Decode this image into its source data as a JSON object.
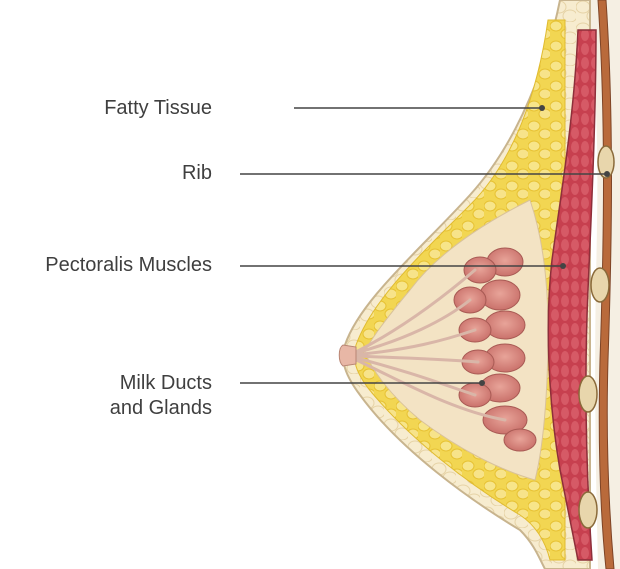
{
  "labels": {
    "fatty_tissue": "Fatty Tissue",
    "rib": "Rib",
    "pectoralis_muscles": "Pectoralis Muscles",
    "milk_ducts_line1": "Milk Ducts",
    "milk_ducts_line2": "and Glands"
  },
  "colors": {
    "leader_line": "#444444",
    "label_text": "#3f3f3f",
    "skin": "#f6e7cf",
    "fat": "#f3d64e",
    "muscle": "#c9485a",
    "gland": "#d98a82",
    "rib": "#c79a6a"
  }
}
